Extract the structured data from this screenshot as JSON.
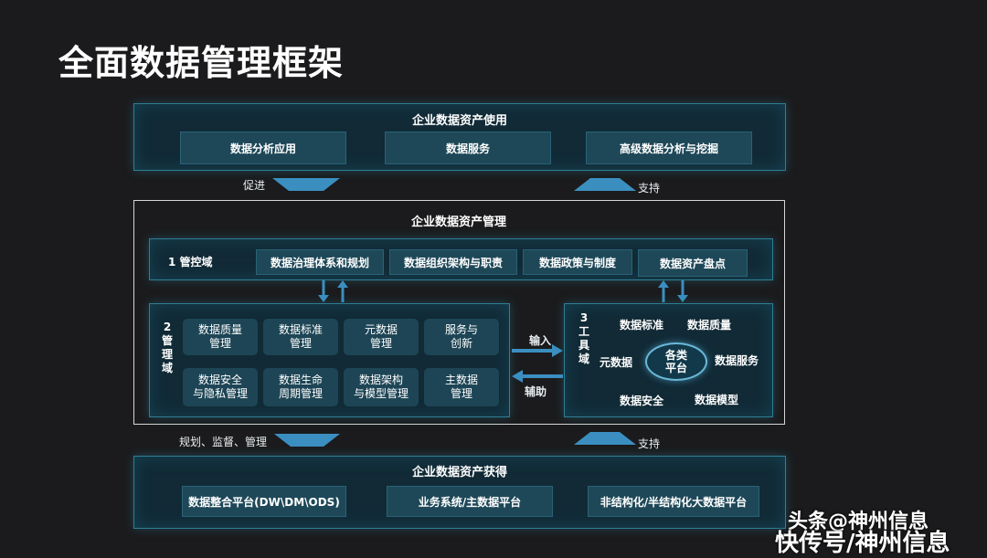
{
  "title": "全面数据管理框架",
  "top": {
    "title": "企业数据资产使用",
    "items": [
      "数据分析应用",
      "数据服务",
      "高级数据分析与挖掘"
    ]
  },
  "flow_top": {
    "left_label": "促进",
    "right_label": "支持"
  },
  "middle": {
    "title": "企业数据资产管理",
    "control": {
      "label": "1 管控域",
      "items": [
        "数据治理体系和规划",
        "数据组织架构与职责",
        "数据政策与制度",
        "数据资产盘点"
      ]
    },
    "manage": {
      "label": "2管理域",
      "items": [
        "数据质量\n管理",
        "数据标准\n管理",
        "元数据\n管理",
        "服务与\n创新",
        "数据安全\n与隐私管理",
        "数据生命\n周期管理",
        "数据架构\n与模型管理",
        "主数据\n管理"
      ]
    },
    "io": {
      "input": "输入",
      "assist": "辅助"
    },
    "tools": {
      "label": "3工具域",
      "center": "各类\n平台",
      "items": [
        "数据标准",
        "数据质量",
        "元数据",
        "数据服务",
        "数据安全",
        "数据模型"
      ]
    }
  },
  "flow_bottom": {
    "left_label": "规划、监督、管理",
    "right_label": "支持"
  },
  "bottom": {
    "title": "企业数据资产获得",
    "items": [
      "数据整合平台(DW\\DM\\ODS)",
      "业务系统/主数据平台",
      "非结构化/半结构化大数据平台"
    ]
  },
  "watermark": {
    "line1": "头条@神州信息",
    "line2": "快传号/神州信息"
  },
  "colors": {
    "background": "#1b1b1d",
    "panel": "#112a36",
    "panel_border": "#2f7e93",
    "box": "#1e4858",
    "arrow": "#3b8fc0"
  }
}
